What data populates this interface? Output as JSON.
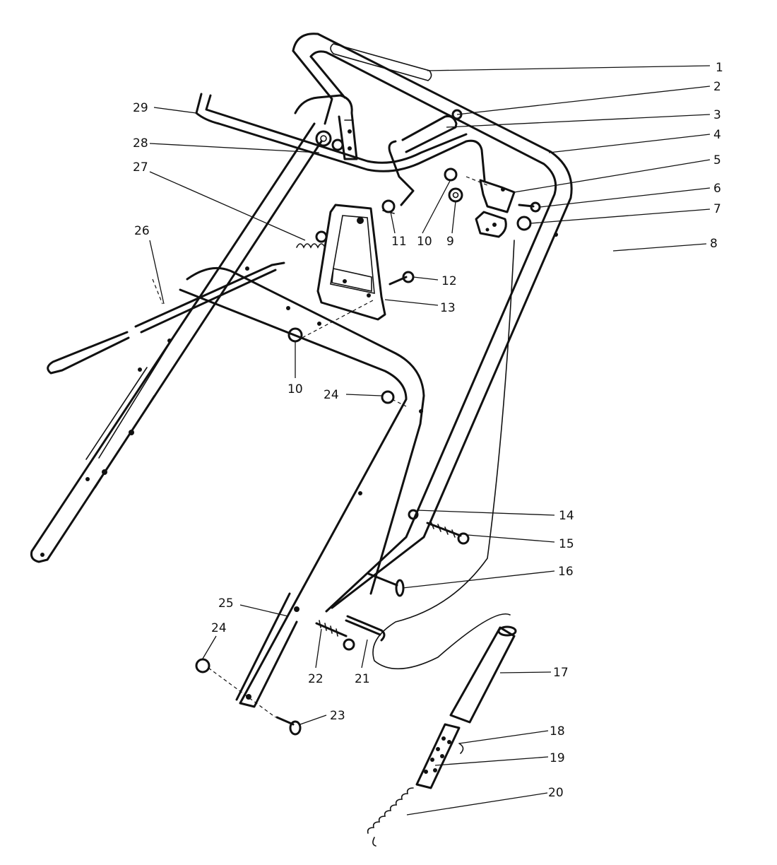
{
  "diagram": {
    "labels": [
      {
        "id": "1",
        "text": "1"
      },
      {
        "id": "2",
        "text": "2"
      },
      {
        "id": "3",
        "text": "3"
      },
      {
        "id": "4",
        "text": "4"
      },
      {
        "id": "5",
        "text": "5"
      },
      {
        "id": "6",
        "text": "6"
      },
      {
        "id": "7",
        "text": "7"
      },
      {
        "id": "8",
        "text": "8"
      },
      {
        "id": "9",
        "text": "9"
      },
      {
        "id": "10a",
        "text": "10"
      },
      {
        "id": "10b",
        "text": "10"
      },
      {
        "id": "11",
        "text": "11"
      },
      {
        "id": "12",
        "text": "12"
      },
      {
        "id": "13",
        "text": "13"
      },
      {
        "id": "14",
        "text": "14"
      },
      {
        "id": "15",
        "text": "15"
      },
      {
        "id": "16",
        "text": "16"
      },
      {
        "id": "17",
        "text": "17"
      },
      {
        "id": "18",
        "text": "18"
      },
      {
        "id": "19",
        "text": "19"
      },
      {
        "id": "20",
        "text": "20"
      },
      {
        "id": "21",
        "text": "21"
      },
      {
        "id": "22",
        "text": "22"
      },
      {
        "id": "23",
        "text": "23"
      },
      {
        "id": "24a",
        "text": "24"
      },
      {
        "id": "24b",
        "text": "24"
      },
      {
        "id": "25",
        "text": "25"
      },
      {
        "id": "26",
        "text": "26"
      },
      {
        "id": "27",
        "text": "27"
      },
      {
        "id": "28",
        "text": "28"
      },
      {
        "id": "29",
        "text": "29"
      }
    ]
  }
}
